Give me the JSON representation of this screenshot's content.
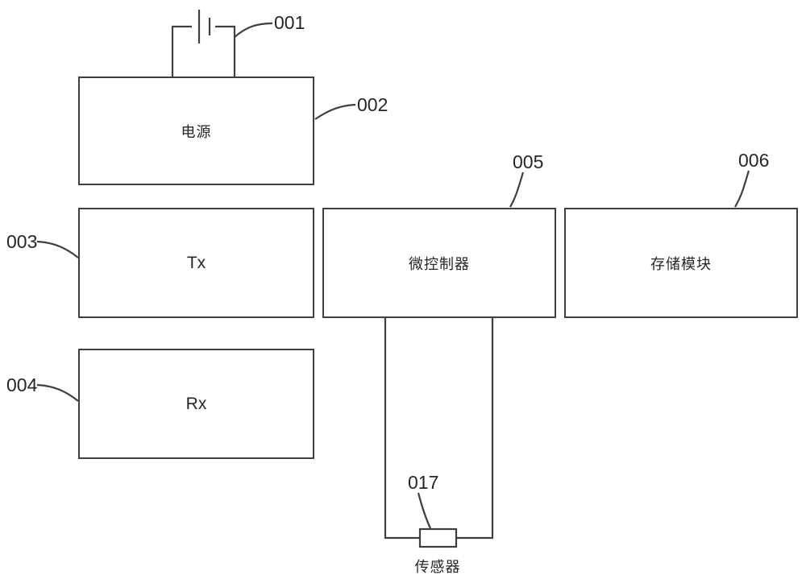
{
  "diagram": {
    "blocks": {
      "power": {
        "label": "电源"
      },
      "tx": {
        "label": "Tx"
      },
      "rx": {
        "label": "Rx"
      },
      "mcu": {
        "label": "微控制器"
      },
      "memory": {
        "label": "存储模块"
      },
      "sensor": {
        "label": "传感器"
      }
    },
    "refs": {
      "battery": "001",
      "power": "002",
      "tx": "003",
      "rx": "004",
      "mcu": "005",
      "memory": "006",
      "sensor": "017"
    },
    "colors": {
      "line": "#3f3f3f",
      "text": "#262626",
      "background": "#ffffff"
    }
  }
}
